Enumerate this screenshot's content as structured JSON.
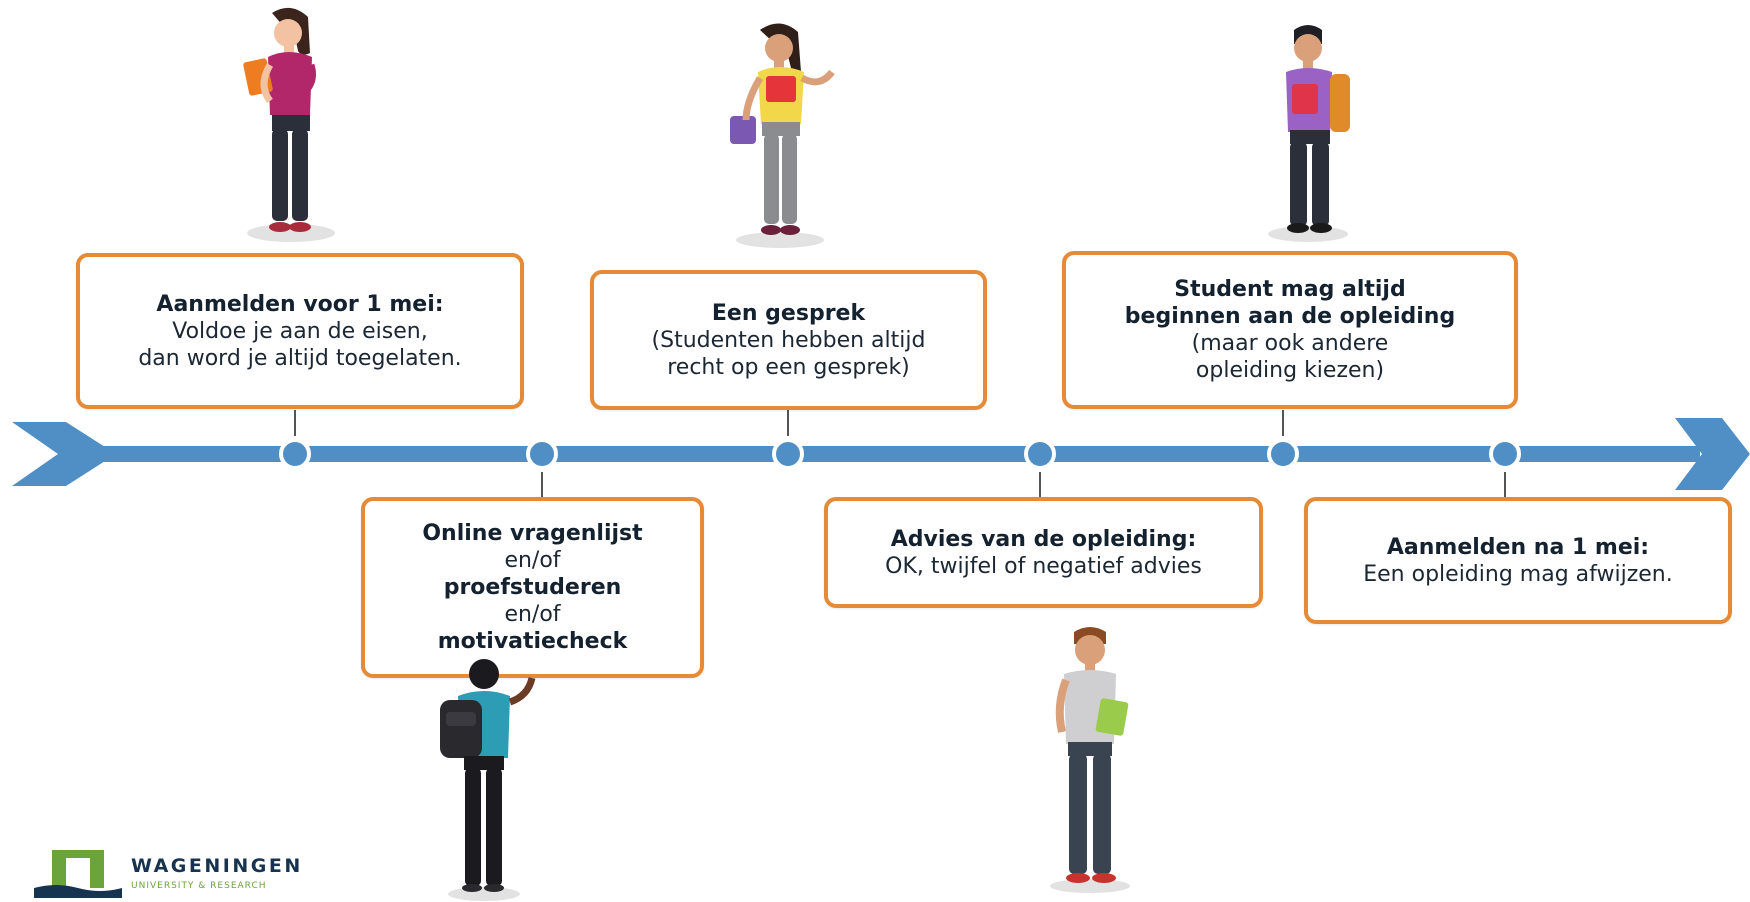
{
  "boxes": [
    {
      "lines": [
        {
          "text": "Aanmelden voor 1 mei:",
          "bold": true
        },
        {
          "text": "Voldoe je aan de eisen,",
          "bold": false
        },
        {
          "text": "dan word je altijd toegelaten.",
          "bold": false
        }
      ]
    },
    {
      "lines": [
        {
          "text": "Online vragenlijst",
          "bold": true
        },
        {
          "text": "en/of",
          "bold": false
        },
        {
          "text": "proefstuderen",
          "bold": true
        },
        {
          "text": "en/of",
          "bold": false
        },
        {
          "text": "motivatiecheck",
          "bold": true
        }
      ]
    },
    {
      "lines": [
        {
          "text": "Een gesprek",
          "bold": true
        },
        {
          "text": "(Studenten hebben altijd",
          "bold": false
        },
        {
          "text": "recht op een gesprek)",
          "bold": false
        }
      ]
    },
    {
      "lines": [
        {
          "text": "Advies van de opleiding:",
          "bold": true
        },
        {
          "text": "OK, twijfel of negatief advies",
          "bold": false
        }
      ]
    },
    {
      "lines": [
        {
          "text": "Student mag altijd",
          "bold": true
        },
        {
          "text": "beginnen aan de opleiding",
          "bold": true
        },
        {
          "text": "(maar ook andere",
          "bold": false
        },
        {
          "text": "opleiding kiezen)",
          "bold": false
        }
      ]
    },
    {
      "lines": [
        {
          "text": "Aanmelden na 1 mei:",
          "bold": true
        },
        {
          "text": "Een opleiding mag afwijzen.",
          "bold": false
        }
      ]
    }
  ],
  "logo": {
    "name": "WAGENINGEN",
    "subtitle": "UNIVERSITY & RESEARCH"
  },
  "colors": {
    "timeline": "#4f8fc6",
    "box_border": "#e58a36",
    "text": "#1b2733"
  }
}
